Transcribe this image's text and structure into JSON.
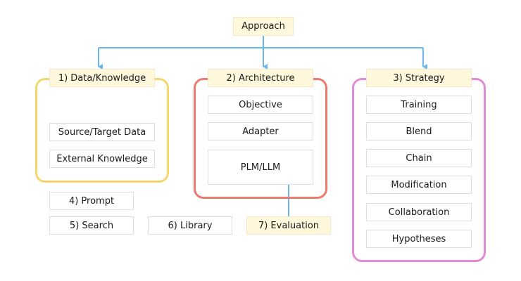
{
  "colors": {
    "arrow": "#6bb8f0",
    "data_group_border": "#f5d769",
    "architecture_group_border": "#ee7a6e",
    "strategy_group_border": "#e28ad6",
    "highlight_fill": "#fff8dc",
    "box_border": "#dedede"
  },
  "root": {
    "label": "Approach"
  },
  "groups": {
    "data": {
      "title": "1) Data/Knowledge",
      "items": [
        "Source/Target Data",
        "External Knowledge"
      ]
    },
    "architecture": {
      "title": "2) Architecture",
      "items": [
        "Objective",
        "Adapter",
        "PLM/LLM"
      ]
    },
    "strategy": {
      "title": "3) Strategy",
      "items": [
        "Training",
        "Blend",
        "Chain",
        "Modification",
        "Collaboration",
        "Hypotheses"
      ]
    }
  },
  "standalone": {
    "prompt": "4) Prompt",
    "search": "5) Search",
    "library": "6) Library",
    "evaluation": "7) Evaluation"
  }
}
